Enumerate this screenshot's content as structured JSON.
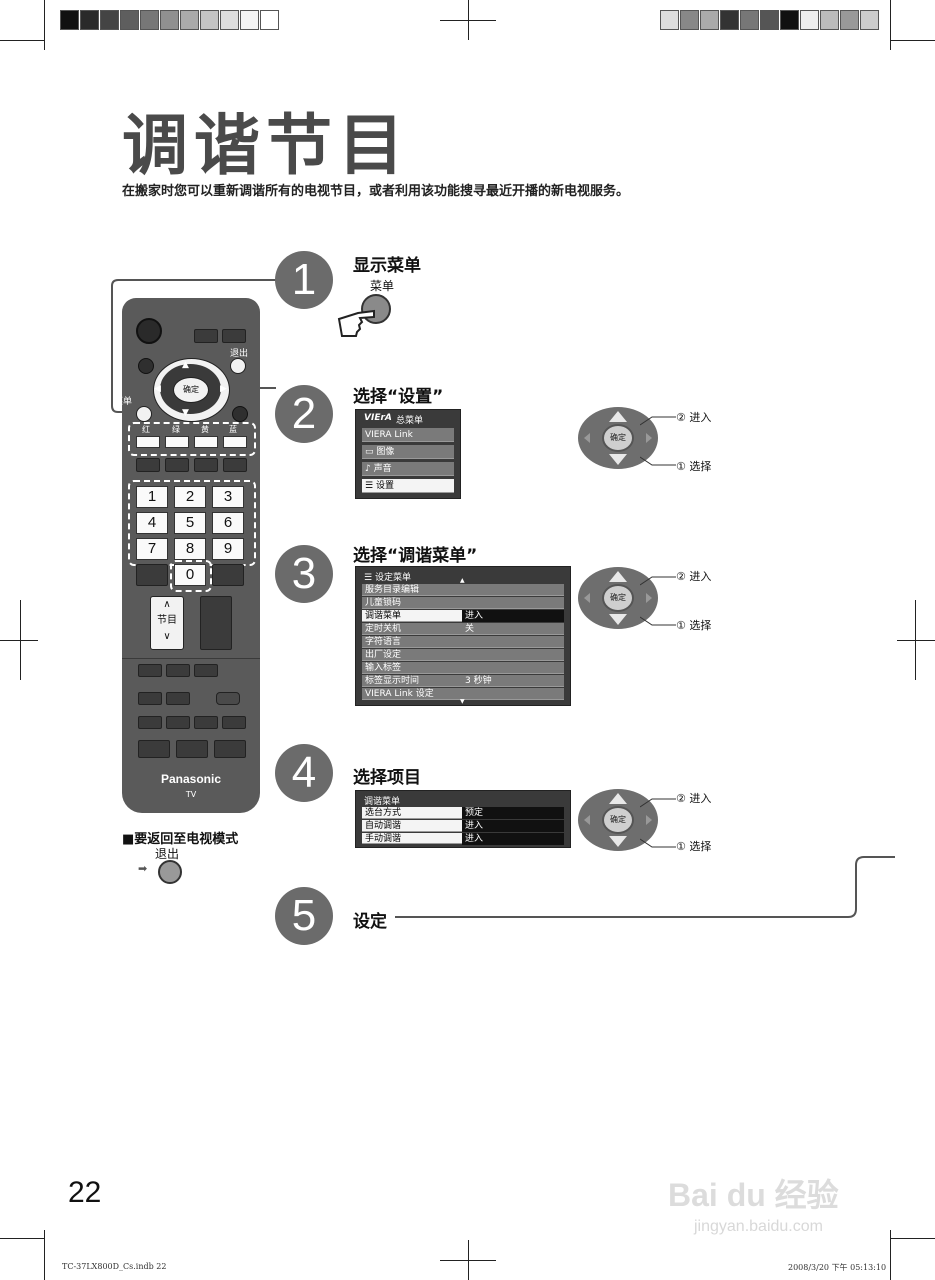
{
  "page": {
    "title": "调谐节目",
    "intro": "在搬家时您可以重新调谐所有的电视节目，或者利用该功能搜寻最近开播的新电视服务。",
    "page_number": "22"
  },
  "steps": [
    {
      "num": "1",
      "label": "显示菜单",
      "button_label": "菜单"
    },
    {
      "num": "2",
      "label": "选择“设置”"
    },
    {
      "num": "3",
      "label": "选择“调谐菜单”"
    },
    {
      "num": "4",
      "label": "选择项目"
    },
    {
      "num": "5",
      "label": "设定"
    }
  ],
  "menu_main": {
    "brand": "VIErA",
    "title": "总菜单",
    "items": [
      "VIERA Link",
      "图像",
      "声音",
      "设置"
    ],
    "selected": "设置"
  },
  "menu_setup": {
    "title": "设定菜单",
    "items": [
      {
        "label": "服务目录编辑",
        "value": ""
      },
      {
        "label": "儿童锁码",
        "value": ""
      },
      {
        "label": "调谐菜单",
        "value": "进入"
      },
      {
        "label": "定时关机",
        "value": "关"
      },
      {
        "label": "字符语言",
        "value": ""
      },
      {
        "label": "出厂设定",
        "value": ""
      },
      {
        "label": "输入标签",
        "value": ""
      },
      {
        "label": "标签显示时间",
        "value": "3 秒钟"
      },
      {
        "label": "VIERA Link 设定",
        "value": ""
      }
    ],
    "selected": "调谐菜单"
  },
  "menu_tuning": {
    "title": "调谐菜单",
    "items": [
      {
        "label": "选台方式",
        "value": "预定"
      },
      {
        "label": "自动调谐",
        "value": "进入"
      },
      {
        "label": "手动调谐",
        "value": "进入"
      }
    ]
  },
  "dpad": {
    "center_label": "确定",
    "enter_label": "② 进入",
    "select_label": "① 选择"
  },
  "remote": {
    "exit_label": "退出",
    "menu_label": "菜单",
    "ok_label": "确定",
    "color_labels": [
      "红",
      "绿",
      "黄",
      "蓝"
    ],
    "numbers": [
      "1",
      "2",
      "3",
      "4",
      "5",
      "6",
      "7",
      "8",
      "9",
      "0"
    ],
    "channel_label": "节目",
    "brand": "Panasonic",
    "model": "TV"
  },
  "return_note": {
    "text": "■要返回至电视模式",
    "button_label": "退出"
  },
  "footer": {
    "file": "TC-37LX800D_Cs.indb   22",
    "date": "2008/3/20   下午 05:13:10"
  },
  "watermark": {
    "brand": "Bai du 经验",
    "url": "jingyan.baidu.com"
  },
  "colors": {
    "step_circle": "#6b6b6b",
    "remote_body": "#5a5a5a",
    "menu_bg": "#3a3a3a"
  }
}
